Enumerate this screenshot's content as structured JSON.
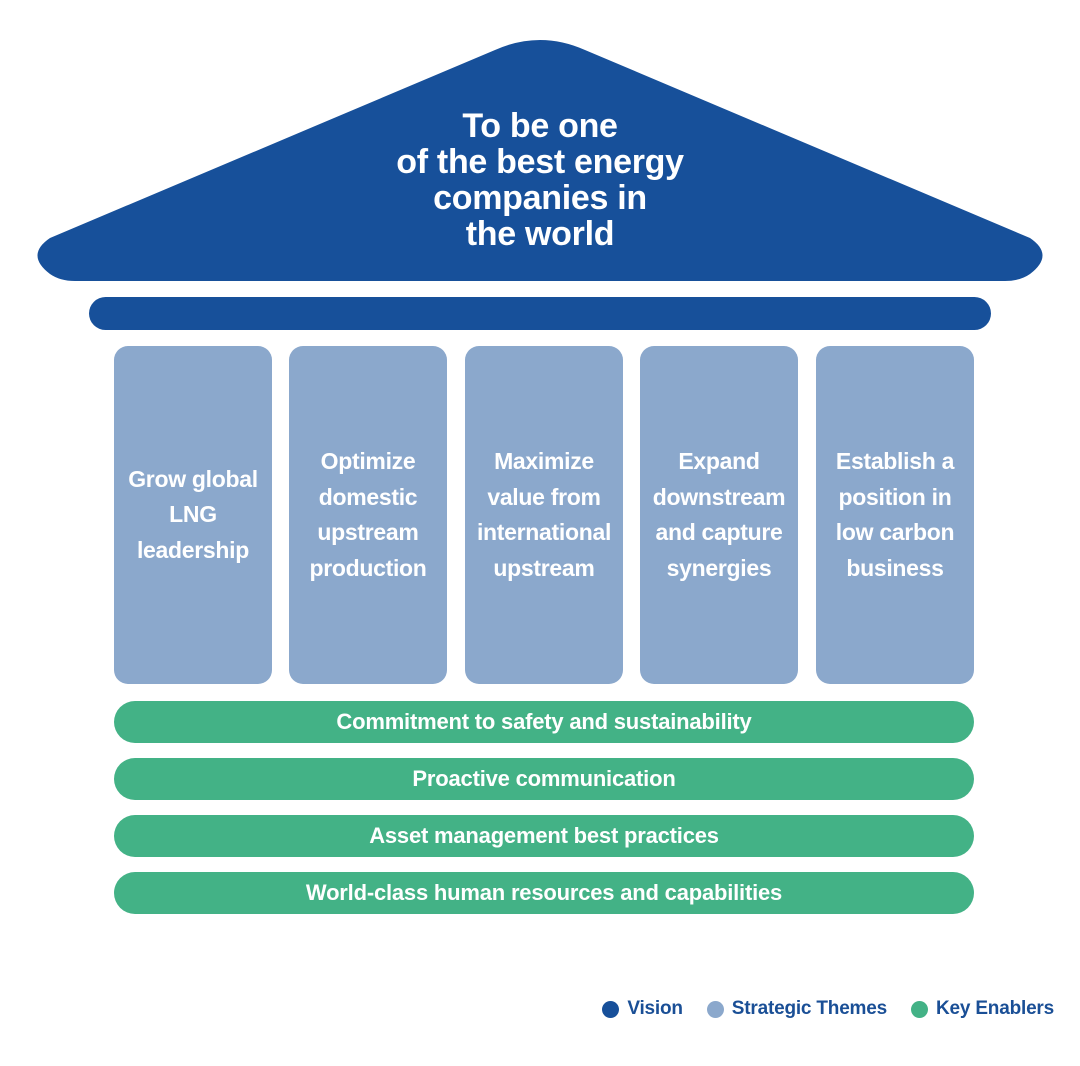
{
  "colors": {
    "vision": "#17509a",
    "strategic_themes": "#8ba8cc",
    "key_enablers": "#43b286",
    "legend_text": "#1a4f96"
  },
  "vision": {
    "lines": [
      "To be one",
      "of the best energy",
      "companies in",
      "the world"
    ]
  },
  "strategic_themes": [
    {
      "lines": [
        "Grow global",
        "LNG",
        "leadership"
      ]
    },
    {
      "lines": [
        "Optimize",
        "domestic",
        "upstream",
        "production"
      ]
    },
    {
      "lines": [
        "Maximize",
        "value from",
        "international",
        "upstream"
      ]
    },
    {
      "lines": [
        "Expand",
        "downstream",
        "and capture",
        "synergies"
      ]
    },
    {
      "lines": [
        "Establish a",
        "position in",
        "low carbon",
        "business"
      ]
    }
  ],
  "key_enablers": [
    "Commitment to safety and sustainability",
    "Proactive communication",
    "Asset management best practices",
    "World-class human resources and capabilities"
  ],
  "legend": [
    {
      "label": "Vision",
      "color": "#17509a"
    },
    {
      "label": "Strategic Themes",
      "color": "#8ba8cc"
    },
    {
      "label": "Key Enablers",
      "color": "#43b286"
    }
  ]
}
